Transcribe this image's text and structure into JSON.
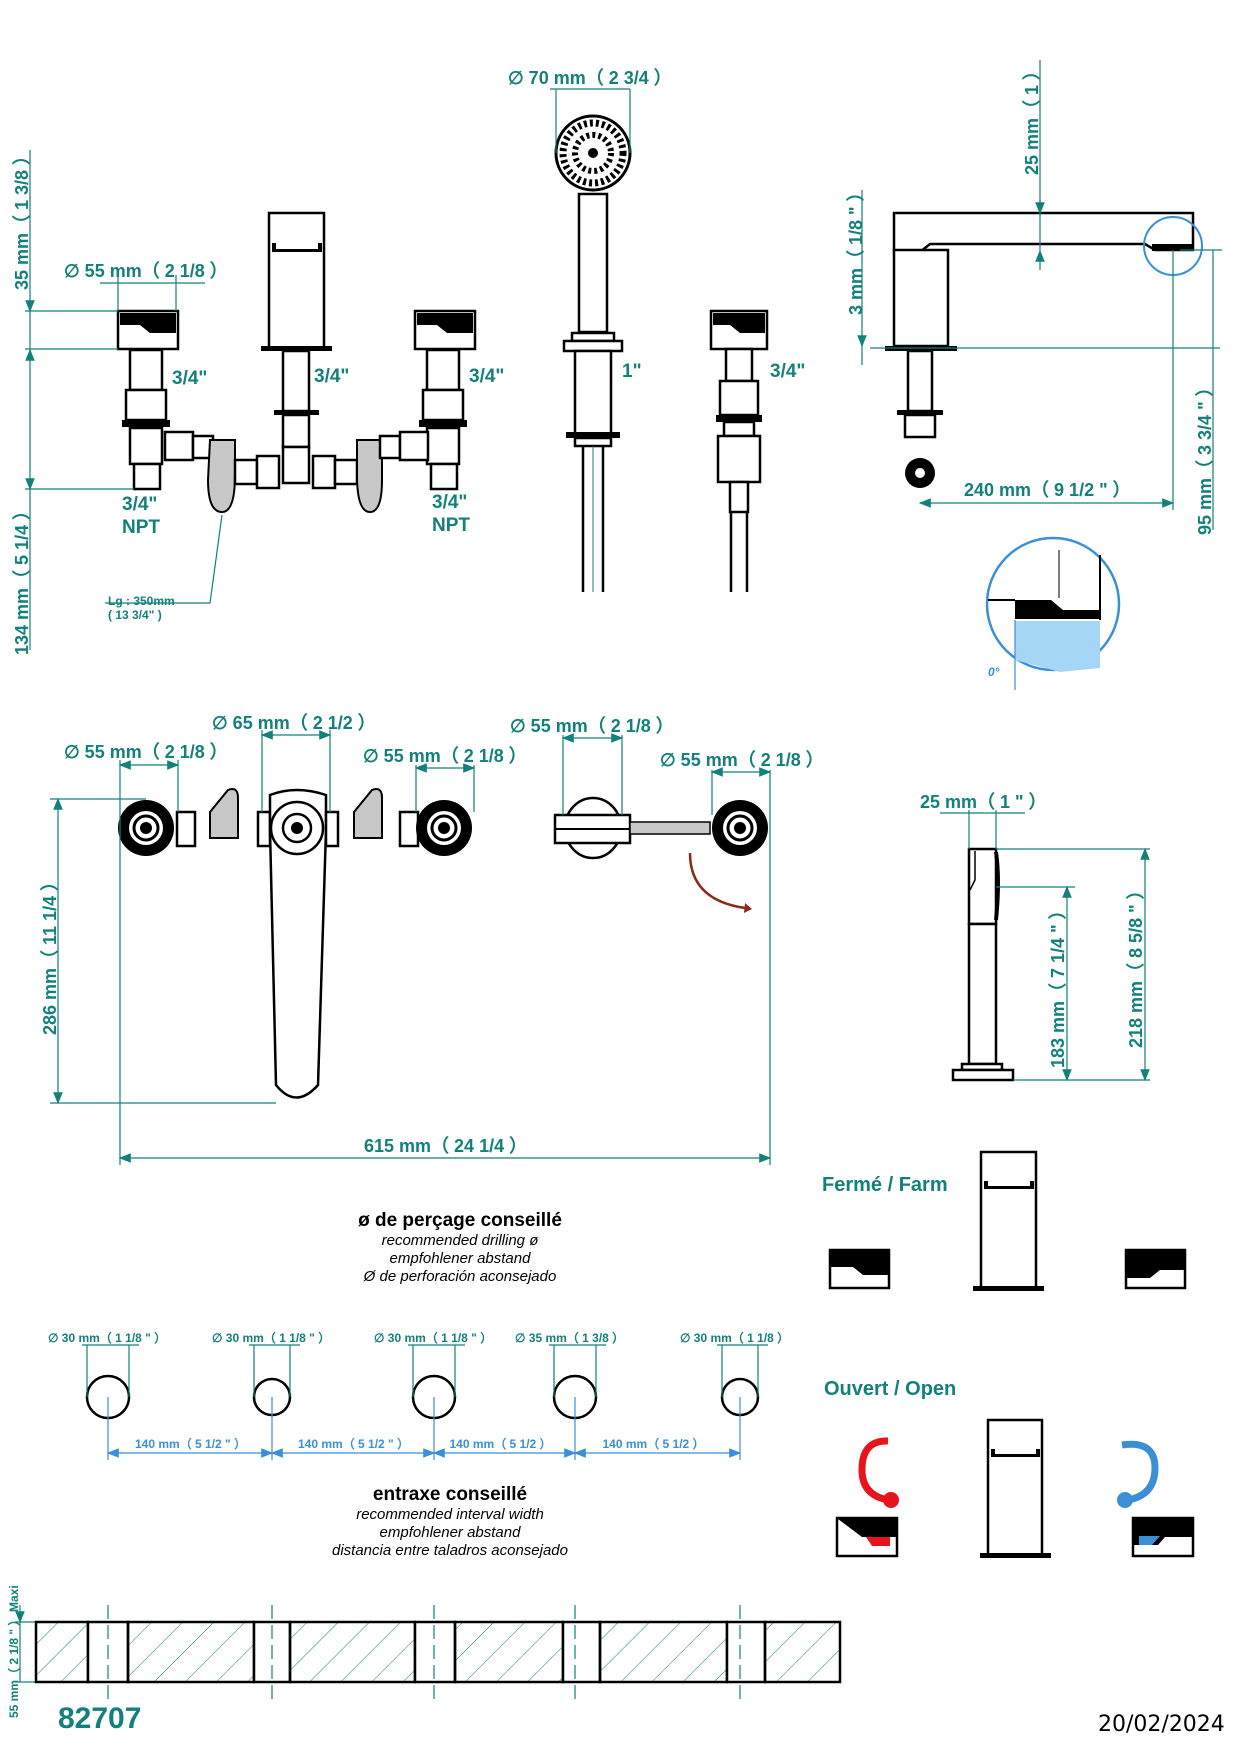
{
  "top_view": {
    "handle_height": "35 mm（ 1 3/8 ）",
    "handle_diameter": "∅  55 mm（ 2 1/8 ）",
    "connection_left": "3/4\"",
    "connection_spout": "3/4\"",
    "connection_right": "3/4\"",
    "connection_shower": "1\"",
    "connection_shower_valve": "3/4\"",
    "npt_left": "3/4\"",
    "npt_left_label": "NPT",
    "npt_right": "3/4\"",
    "npt_right_label": "NPT",
    "body_height": "134 mm（ 5 1/4 ）",
    "hose_length": "Lg : 350mm",
    "hose_length_inch": "( 13 3/4\" )",
    "shower_diameter": "∅  70 mm（ 2 3/4 ）"
  },
  "spout_side": {
    "spout_thickness": "25 mm（ 1 ）",
    "base_thickness": "3 mm（ 1/8 \" ）",
    "spout_height": "95 mm（ 3 3/4 \" ）",
    "spout_reach": "240 mm（ 9 1/2 \" ）",
    "detail_angle": "0°"
  },
  "plan_view": {
    "left_handle_diameter": "∅  55 mm（ 2 1/8 ）",
    "spout_diameter": "∅  65 mm（ 2 1/2 ）",
    "right_handle_diameter": "∅  55 mm（ 2 1/8 ）",
    "shower_base_diameter": "∅  55 mm（ 2 1/8 ）",
    "shower_valve_diameter": "∅  55 mm（ 2 1/8 ）",
    "depth": "286 mm（ 11 1/4 ）",
    "total_width": "615 mm（ 24 1/4 ）"
  },
  "shower_side": {
    "width": "25 mm（ 1 \" ）",
    "height_low": "183 mm（ 7 1/4 \" ）",
    "height_total": "218 mm（ 8 5/8 \" ）"
  },
  "drilling": {
    "title": "ø de perçage conseillé",
    "sub_en": "recommended drilling ø",
    "sub_de": "empfohlener abstand",
    "sub_es": "Ø de perforación aconsejado",
    "holes": [
      {
        "label": "∅  30 mm（ 1 1/8 \" ）"
      },
      {
        "label": "∅  30 mm（ 1 1/8 \" ）"
      },
      {
        "label": "∅  30 mm（ 1 1/8 \" ）"
      },
      {
        "label": "∅  35 mm（ 1 3/8 ）"
      },
      {
        "label": "∅  30 mm（ 1 1/8 ）"
      }
    ],
    "spacings": [
      {
        "label": "140 mm（ 5 1/2 \" ）"
      },
      {
        "label": "140 mm（ 5 1/2 \" ）"
      },
      {
        "label": "140 mm（ 5 1/2 ）"
      },
      {
        "label": "140 mm（ 5 1/2 ）"
      }
    ]
  },
  "interval": {
    "title": "entraxe conseillé",
    "sub_en": "recommended interval width",
    "sub_de": "empfohlener abstand",
    "sub_es": "distancia entre taladros aconsejado"
  },
  "deck": {
    "thickness": "55 mm（ 2 1/8 \" ）",
    "max_label": "Maxi"
  },
  "states": {
    "closed_label": "Fermé / Farm",
    "open_label": "Ouvert / Open",
    "hot_color": "#e8141c",
    "cold_color": "#3a8fd6"
  },
  "footer": {
    "reference": "82707",
    "date": "20/02/2024"
  },
  "colors": {
    "dimension": "#13807b",
    "detail": "#3a8fd6"
  }
}
